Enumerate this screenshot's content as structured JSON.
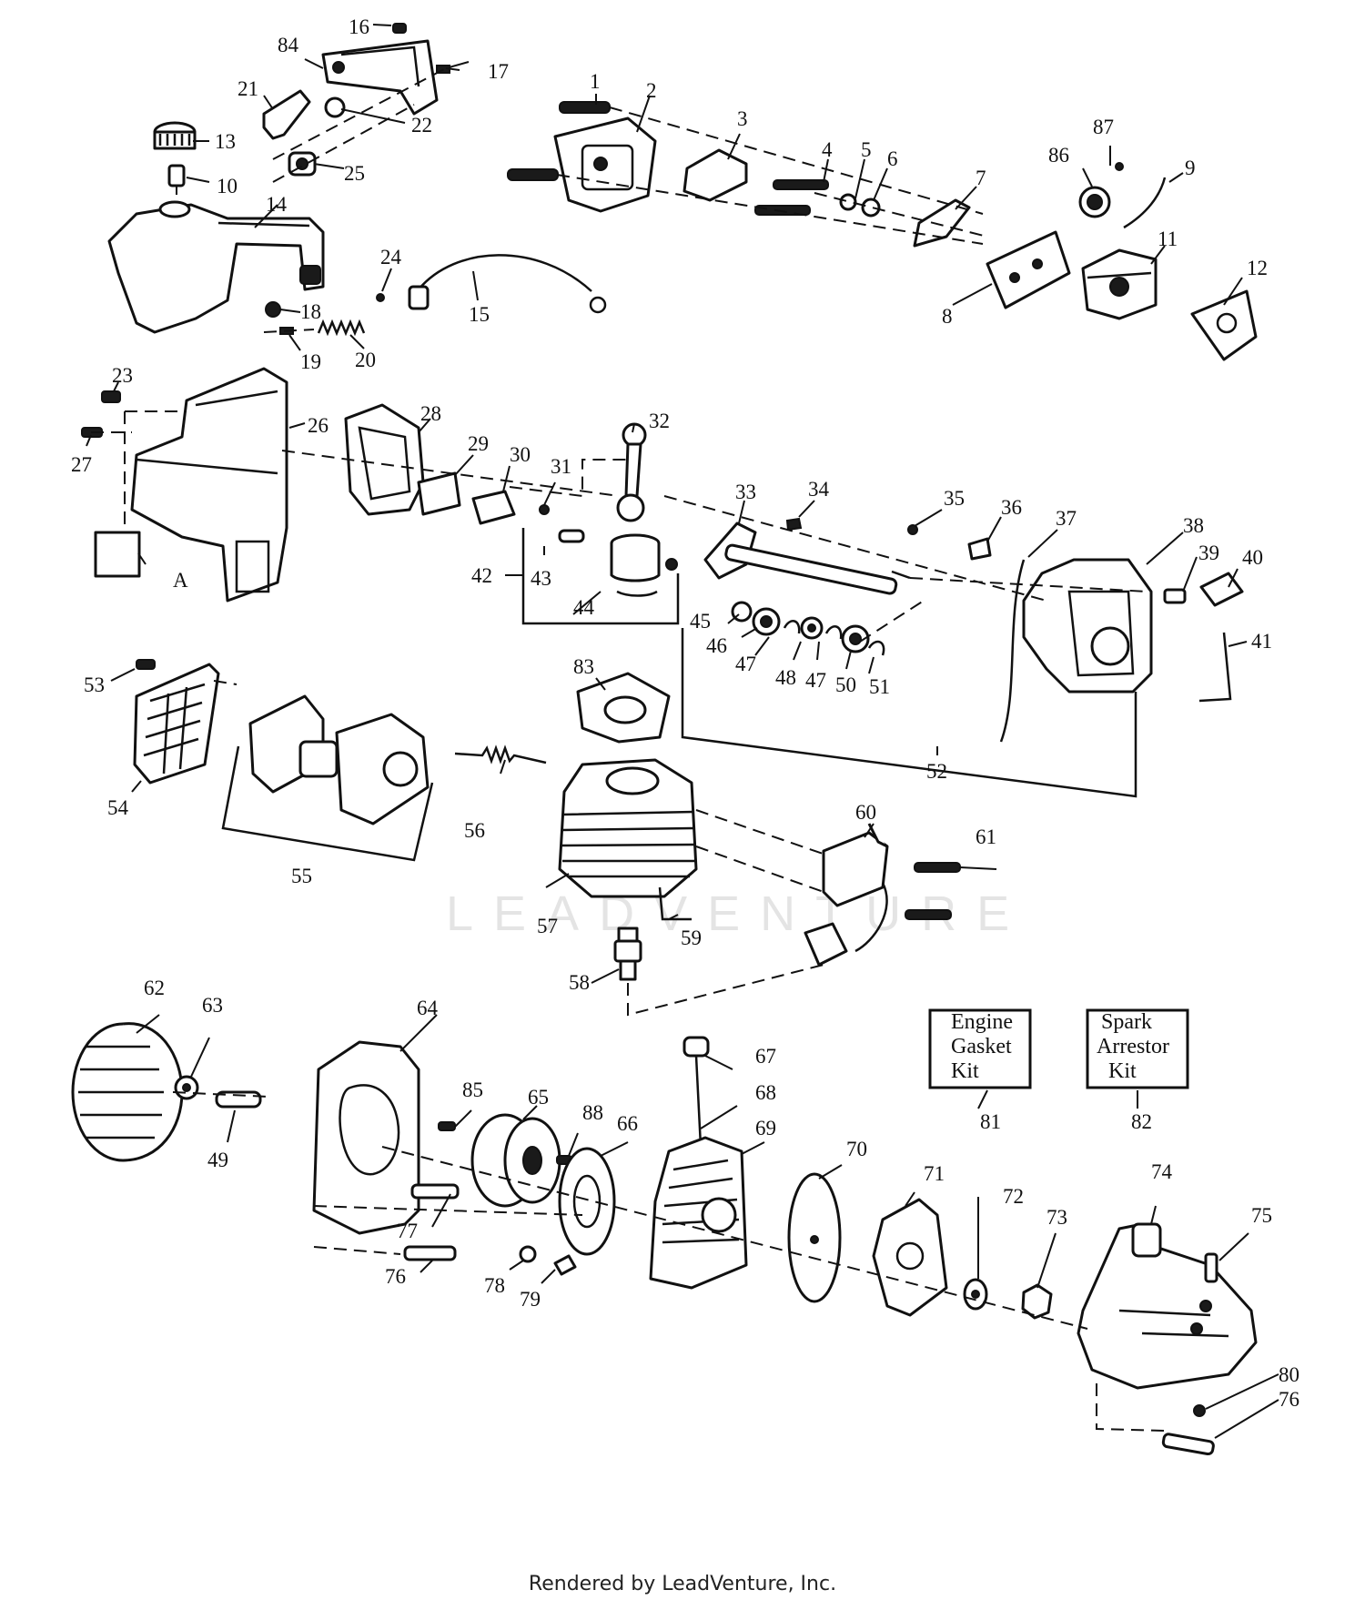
{
  "diagram": {
    "watermark": "LEADVENTURE",
    "footer": "Rendered by LeadVenture, Inc.",
    "kits": [
      {
        "id": "81",
        "lines": [
          "Engine",
          "Gasket",
          "Kit"
        ]
      },
      {
        "id": "82",
        "lines": [
          "Spark",
          "Arrestor",
          "Kit"
        ]
      }
    ],
    "callouts": {
      "c1": "1",
      "c2": "2",
      "c3": "3",
      "c4": "4",
      "c5": "5",
      "c6": "6",
      "c7": "7",
      "c8": "8",
      "c9": "9",
      "c10": "10",
      "c11": "11",
      "c12": "12",
      "c13": "13",
      "c14": "14",
      "c15": "15",
      "c16": "16",
      "c17": "17",
      "c18": "18",
      "c19": "19",
      "c20": "20",
      "c21": "21",
      "c22": "22",
      "c23": "23",
      "c24": "24",
      "c25": "25",
      "c26": "26",
      "c27": "27",
      "cA": "A",
      "c28": "28",
      "c29": "29",
      "c30": "30",
      "c31": "31",
      "c32": "32",
      "c33": "33",
      "c34": "34",
      "c35": "35",
      "c36": "36",
      "c37": "37",
      "c38": "38",
      "c39": "39",
      "c40": "40",
      "c41": "41",
      "c42": "42",
      "c43": "43",
      "c44": "44",
      "c45": "45",
      "c46": "46",
      "c47a": "47",
      "c48": "48",
      "c47b": "47",
      "c50": "50",
      "c51": "51",
      "c52": "52",
      "c53": "53",
      "c54": "54",
      "c55": "55",
      "c56": "56",
      "c57": "57",
      "c58": "58",
      "c59": "59",
      "c60": "60",
      "c61": "61",
      "c62": "62",
      "c63": "63",
      "c49": "49",
      "c64": "64",
      "c65": "65",
      "c66": "66",
      "c67": "67",
      "c68": "68",
      "c69": "69",
      "c70": "70",
      "c71": "71",
      "c72": "72",
      "c73": "73",
      "c74": "74",
      "c75": "75",
      "c76a": "76",
      "c76b": "76",
      "c77": "77",
      "c78": "78",
      "c79": "79",
      "c80": "80",
      "c81": "81",
      "c82": "82",
      "c83": "83",
      "c84": "84",
      "c85": "85",
      "c86": "86",
      "c87": "87",
      "c88": "88"
    }
  }
}
